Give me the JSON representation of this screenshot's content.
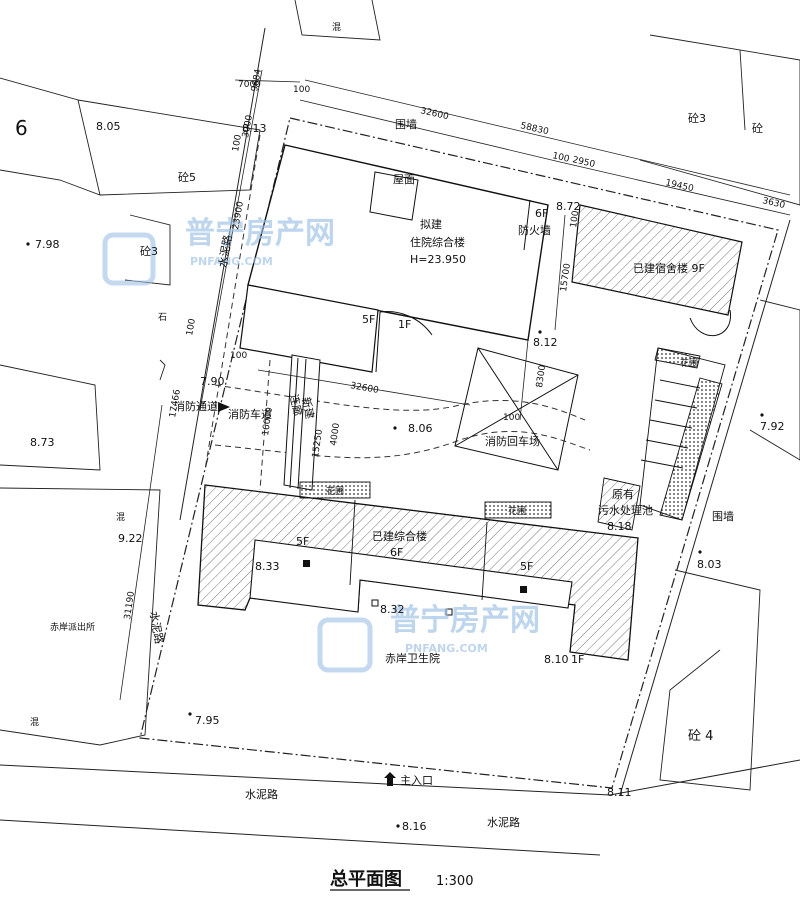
{
  "caption": {
    "title": "总平面图",
    "scale": "1:300"
  },
  "watermark": {
    "brand": "普宁房产网",
    "url": "PNFANG.COM"
  },
  "dimensions": {
    "top_total": "58830",
    "top_left_a": "32600",
    "top_right_a": "100",
    "top_right_b": "2950",
    "top_right_c": "19450",
    "top_right_d": "3630",
    "left_7000": "7000",
    "left_100": "100",
    "left_9684": "9684",
    "left_3000": "3000",
    "left_100b": "100",
    "left_23900": "23900",
    "left_100c": "100",
    "left_17466": "17466",
    "left_100d": "100",
    "left_31190": "31190",
    "mid_32600": "32600",
    "mid_15250": "15250",
    "mid_4000": "4000",
    "mid_16000": "16000",
    "right_15700": "15700",
    "right_100": "100",
    "turn_8300": "8300",
    "turn_100": "100"
  },
  "labels": {
    "roof": "屋面",
    "new_building_1": "拟建",
    "new_building_2": "住院综合楼",
    "new_building_h": "H=23.950",
    "six_f": "6F",
    "firewall": "防火墙",
    "five_f": "5F",
    "one_f": "1F",
    "existing_dorm": "已建宿舍楼 9F",
    "wall": "围墙",
    "wall2": "围墙",
    "cement_road_left": "水泥路",
    "cement_road_left2": "水泥路",
    "cement_road_bottom": "水泥路",
    "cement_road_bottom2": "水泥路",
    "fire_passage": "消防通道",
    "fire_lane": "消防车道",
    "corridor_1": "新建",
    "corridor_2": "连廊",
    "turnaround": "消防回车场",
    "flower_bed_1": "花圃",
    "flower_bed_2": "花圃",
    "flower_bed_3": "花圃",
    "sewage_1": "原有",
    "sewage_2": "污水处理池",
    "existing_complex": "已建综合楼",
    "ex_5f_left": "5F",
    "ex_6f": "6F",
    "ex_5f_right": "5F",
    "ex_1f": "1F",
    "hospital": "赤岸卫生院",
    "police": "赤岸派出所",
    "main_entrance": "主入口",
    "hun_top": "混",
    "hun_left": "混",
    "hun_bottom": "混",
    "zhuan5": "砼5",
    "zhuan3_left": "砼3",
    "zhuan3_right": "砼3",
    "zhuan_right": "砼",
    "zhuan4": "砼 4",
    "num6": "6",
    "shi": "石"
  },
  "elevations": {
    "e805": "8.05",
    "e798": "7.98",
    "e813": "8.13",
    "e872": "8.72",
    "e812": "8.12",
    "e790": "7.90",
    "e806": "8.06",
    "e873": "8.73",
    "e792": "7.92",
    "e922": "9.22",
    "e833": "8.33",
    "e832": "8.32",
    "e818": "8.18",
    "e803": "8.03",
    "e810": "8.10",
    "e795": "7.95",
    "e811": "8.11",
    "e816": "8.16"
  }
}
